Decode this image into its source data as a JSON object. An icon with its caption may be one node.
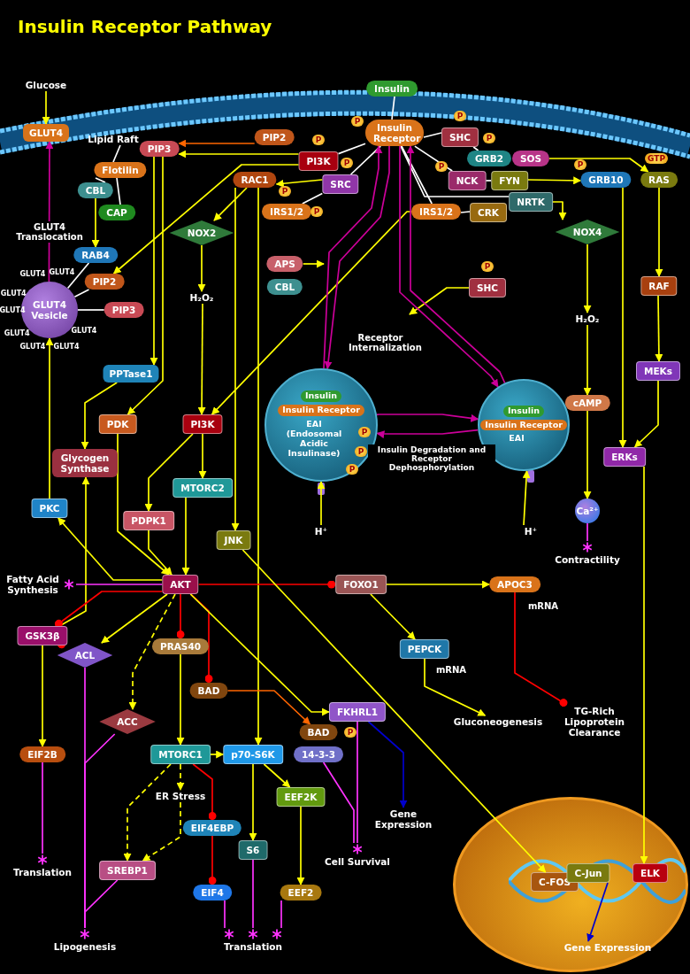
{
  "diagram": {
    "title": "Insulin Receptor Pathway",
    "nodes": [
      {
        "text": [
          "Glucose"
        ]
      },
      {
        "text": [
          "GLUT4"
        ]
      },
      {
        "text": [
          "Insulin"
        ]
      },
      {
        "text": [
          "Insulin Receptor"
        ]
      },
      {
        "text": [
          "Lipid Raft"
        ]
      },
      {
        "text": [
          "Flotilin"
        ]
      },
      {
        "text": [
          "CBL"
        ]
      },
      {
        "text": [
          "CAP"
        ]
      },
      {
        "text": [
          "RAB4"
        ]
      },
      {
        "text": [
          "GLUT4 Vesicle"
        ]
      },
      {
        "text": [
          "PIP2"
        ]
      },
      {
        "text": [
          "PIP3"
        ]
      },
      {
        "text": [
          "PIP3"
        ]
      },
      {
        "text": [
          "PIP2"
        ]
      },
      {
        "text": [
          "PI3K"
        ]
      },
      {
        "text": [
          "SRC"
        ]
      },
      {
        "text": [
          "RAC1"
        ]
      },
      {
        "text": [
          "IRS1/2"
        ]
      },
      {
        "text": [
          "NOX2"
        ]
      },
      {
        "text": [
          "H₂O₂"
        ]
      },
      {
        "text": [
          "APS"
        ]
      },
      {
        "text": [
          "CBL"
        ]
      },
      {
        "text": [
          "SHC"
        ]
      },
      {
        "text": [
          "GRB2"
        ]
      },
      {
        "text": [
          "SOS"
        ]
      },
      {
        "text": [
          "NCK"
        ]
      },
      {
        "text": [
          "FYN"
        ]
      },
      {
        "text": [
          "GRB10"
        ]
      },
      {
        "text": [
          "RAS"
        ]
      },
      {
        "text": [
          "IRS1/2"
        ]
      },
      {
        "text": [
          "CRK"
        ]
      },
      {
        "text": [
          "NRTK"
        ]
      },
      {
        "text": [
          "NOX4"
        ]
      },
      {
        "text": [
          "SHC"
        ]
      },
      {
        "text": [
          "H₂O₂"
        ]
      },
      {
        "text": [
          "RAF"
        ]
      },
      {
        "text": [
          "MEKs"
        ]
      },
      {
        "text": [
          "cAMP"
        ]
      },
      {
        "text": [
          "ERKs"
        ]
      },
      {
        "text": [
          "Ca²⁺"
        ]
      },
      {
        "text": [
          "Contractility"
        ]
      },
      {
        "text": [
          "PPTase1"
        ]
      },
      {
        "text": [
          "PDK"
        ]
      },
      {
        "text": [
          "PI3K"
        ]
      },
      {
        "text": [
          "Glycogen Synthase"
        ]
      },
      {
        "text": [
          "MTORC2"
        ]
      },
      {
        "text": [
          "PDPK1"
        ]
      },
      {
        "text": [
          "PKC"
        ]
      },
      {
        "text": [
          "JNK"
        ]
      },
      {
        "text": [
          "AKT"
        ]
      },
      {
        "text": [
          "Fatty Acid Synthesis"
        ]
      },
      {
        "text": [
          "FOXO1"
        ]
      },
      {
        "text": [
          "APOC3"
        ]
      },
      {
        "text": [
          "GSK3β"
        ]
      },
      {
        "text": [
          "ACL"
        ]
      },
      {
        "text": [
          "PRAS40"
        ]
      },
      {
        "text": [
          "ACC"
        ]
      },
      {
        "text": [
          "BAD"
        ]
      },
      {
        "text": [
          "FKHRL1"
        ]
      },
      {
        "text": [
          "PEPCK"
        ]
      },
      {
        "text": [
          "Gluconeogenesis"
        ]
      },
      {
        "text": [
          "TG-Rich Lipoprotein Clearance"
        ]
      },
      {
        "text": [
          "BAD"
        ]
      },
      {
        "text": [
          "14-3-3"
        ]
      },
      {
        "text": [
          "EIF2B"
        ]
      },
      {
        "text": [
          "MTORC1"
        ]
      },
      {
        "text": [
          "p70-S6K"
        ]
      },
      {
        "text": [
          "EEF2K"
        ]
      },
      {
        "text": [
          "ER Stress"
        ]
      },
      {
        "text": [
          "EIF4EBP"
        ]
      },
      {
        "text": [
          "S6"
        ]
      },
      {
        "text": [
          "SREBP1"
        ]
      },
      {
        "text": [
          "EIF4"
        ]
      },
      {
        "text": [
          "EEF2"
        ]
      },
      {
        "text": [
          "Translation"
        ]
      },
      {
        "text": [
          "Lipogenesis"
        ]
      },
      {
        "text": [
          "Translation"
        ]
      },
      {
        "text": [
          "Cell Survival"
        ]
      },
      {
        "text": [
          "Gene Expression"
        ]
      },
      {
        "text": [
          "Insulin",
          "Insulin Receptor",
          "EAI (Endosomal Acidic Insulinase)"
        ]
      },
      {
        "text": [
          "Insulin",
          "Insulin Receptor",
          "EAI"
        ]
      },
      {
        "text": [
          "H⁺"
        ]
      },
      {
        "text": [
          "H⁺"
        ]
      },
      {
        "text": [],
        "shape": "ellipse"
      },
      {
        "text": [
          "C-FOS"
        ],
        "in": 83
      },
      {
        "text": [
          "C-Jun"
        ],
        "in": 83
      },
      {
        "text": [
          "ELK"
        ],
        "in": 83
      },
      {
        "text": [
          "Gene Expression"
        ],
        "in": 83
      }
    ],
    "edges": [
      {
        "from": 0,
        "to": 1,
        "arrow": "to"
      },
      {
        "from": 9,
        "to": 1,
        "arrow": "to",
        "label": "GLUT4 Translocation",
        "color": "#cc0099"
      },
      {
        "from": 2,
        "to": 3,
        "arrow": "none",
        "color": "#ffffff"
      },
      {
        "from": 4,
        "to": 5,
        "arrow": "none",
        "color": "#ffffff"
      },
      {
        "from": 5,
        "to": 6,
        "arrow": "none",
        "color": "#ffffff"
      },
      {
        "from": 5,
        "to": 7,
        "arrow": "none",
        "color": "#ffffff"
      },
      {
        "from": 6,
        "to": 8,
        "arrow": "to"
      },
      {
        "from": 8,
        "to": 9,
        "arrow": "none",
        "color": "#ffffff"
      },
      {
        "from": 10,
        "to": 9,
        "arrow": "none",
        "color": "#ffffff"
      },
      {
        "from": 11,
        "to": 9,
        "arrow": "none",
        "color": "#ffffff"
      },
      {
        "from": 13,
        "to": 12,
        "arrow": "to",
        "color": "#ff6600"
      },
      {
        "from": 14,
        "to": 12,
        "arrow": "to"
      },
      {
        "from": 14,
        "to": 10,
        "arrow": "to"
      },
      {
        "from": 12,
        "to": 41,
        "arrow": "to"
      },
      {
        "from": 12,
        "to": 42,
        "arrow": "to"
      },
      {
        "from": 3,
        "to": 14,
        "arrow": "none",
        "color": "#ffffff"
      },
      {
        "from": 3,
        "to": 15,
        "arrow": "none",
        "color": "#ffffff"
      },
      {
        "from": 15,
        "to": 17,
        "arrow": "none",
        "color": "#ffffff"
      },
      {
        "from": 15,
        "to": 16,
        "arrow": "to"
      },
      {
        "from": 3,
        "to": 22,
        "arrow": "none",
        "color": "#ffffff"
      },
      {
        "from": 22,
        "to": 23,
        "arrow": "none",
        "color": "#ffffff"
      },
      {
        "from": 3,
        "to": 25,
        "arrow": "none",
        "color": "#ffffff"
      },
      {
        "from": 25,
        "to": 26,
        "arrow": "none",
        "color": "#ffffff"
      },
      {
        "from": 3,
        "to": 29,
        "arrow": "none",
        "color": "#ffffff"
      },
      {
        "from": 29,
        "to": 30,
        "arrow": "none",
        "color": "#ffffff"
      },
      {
        "from": 3,
        "to": 31,
        "arrow": "none",
        "color": "#ffffff"
      },
      {
        "from": 16,
        "to": 18,
        "arrow": "to"
      },
      {
        "from": 18,
        "to": 19,
        "arrow": "to"
      },
      {
        "from": 19,
        "to": 43,
        "arrow": "to"
      },
      {
        "from": 16,
        "to": 48,
        "arrow": "to"
      },
      {
        "from": 16,
        "to": 66,
        "arrow": "to"
      },
      {
        "from": 29,
        "to": 43,
        "arrow": "to"
      },
      {
        "from": 20,
        "to": null,
        "arrow": "to"
      },
      {
        "from": 33,
        "to": null,
        "arrow": "to"
      },
      {
        "from": 24,
        "to": 28,
        "arrow": "to"
      },
      {
        "from": 26,
        "to": 27,
        "arrow": "to"
      },
      {
        "from": 31,
        "to": 32,
        "arrow": "to"
      },
      {
        "from": 32,
        "to": 34,
        "arrow": "to"
      },
      {
        "from": 34,
        "to": 37,
        "arrow": "to"
      },
      {
        "from": 37,
        "to": 39,
        "arrow": "to"
      },
      {
        "from": 39,
        "to": 40,
        "arrow": "none",
        "color": "#ff33ff"
      },
      {
        "from": 27,
        "to": 38,
        "arrow": "to"
      },
      {
        "from": 28,
        "to": 35,
        "arrow": "to"
      },
      {
        "from": 35,
        "to": 36,
        "arrow": "to"
      },
      {
        "from": 36,
        "to": 38,
        "arrow": "to"
      },
      {
        "from": 38,
        "to": 86,
        "arrow": "to"
      },
      {
        "from": 3,
        "to": 79,
        "arrow": "to",
        "label": "Receptor Internalization",
        "color": "#cc0099"
      },
      {
        "from": 79,
        "to": 3,
        "arrow": "to",
        "color": "#cc0099"
      },
      {
        "from": 3,
        "to": 80,
        "arrow": "to",
        "color": "#cc0099"
      },
      {
        "from": 80,
        "to": 3,
        "arrow": "to",
        "color": "#cc0099"
      },
      {
        "from": 80,
        "to": 79,
        "arrow": "to",
        "label": "Insulin Degradation and Receptor Dephosphorylation",
        "color": "#cc0099"
      },
      {
        "from": 79,
        "to": 80,
        "arrow": "to",
        "color": "#cc0099"
      },
      {
        "from": 81,
        "to": 79,
        "arrow": "to"
      },
      {
        "from": 82,
        "to": 80,
        "arrow": "to"
      },
      {
        "from": 41,
        "to": 44,
        "arrow": "to"
      },
      {
        "from": 53,
        "to": 44,
        "arrow": "to"
      },
      {
        "from": 42,
        "to": 49,
        "arrow": "to"
      },
      {
        "from": 43,
        "to": 46,
        "arrow": "to"
      },
      {
        "from": 43,
        "to": 45,
        "arrow": "to"
      },
      {
        "from": 46,
        "to": 49,
        "arrow": "to"
      },
      {
        "from": 45,
        "to": 49,
        "arrow": "to"
      },
      {
        "from": 49,
        "to": 47,
        "arrow": "to"
      },
      {
        "from": 47,
        "to": 9,
        "arrow": "to"
      },
      {
        "from": 49,
        "to": 50,
        "arrow": "none",
        "color": "#ff33ff"
      },
      {
        "from": 49,
        "to": 51,
        "arrow": "other",
        "color": "#ff0000"
      },
      {
        "from": 49,
        "to": 53,
        "arrow": "other",
        "color": "#ff0000"
      },
      {
        "from": 49,
        "to": 54,
        "arrow": "to"
      },
      {
        "from": 49,
        "to": 56,
        "arrow": "to",
        "style": "dashed"
      },
      {
        "from": 49,
        "to": 55,
        "arrow": "other",
        "color": "#ff0000"
      },
      {
        "from": 49,
        "to": 57,
        "arrow": "other",
        "color": "#ff0000"
      },
      {
        "from": 49,
        "to": 58,
        "arrow": "to"
      },
      {
        "from": 48,
        "to": 84,
        "arrow": "to"
      },
      {
        "from": 51,
        "to": 52,
        "arrow": "to"
      },
      {
        "from": 51,
        "to": 59,
        "arrow": "to"
      },
      {
        "from": 59,
        "to": 60,
        "arrow": "to"
      },
      {
        "from": 52,
        "to": 61,
        "arrow": "other",
        "color": "#ff0000"
      },
      {
        "from": 53,
        "to": 54,
        "arrow": "other",
        "color": "#ff0000"
      },
      {
        "from": 53,
        "to": 64,
        "arrow": "to"
      },
      {
        "from": 64,
        "to": 74,
        "arrow": "none",
        "color": "#ff33ff"
      },
      {
        "from": 54,
        "to": 75,
        "arrow": "none",
        "color": "#ff33ff"
      },
      {
        "from": 56,
        "to": 75,
        "arrow": "none",
        "color": "#ff33ff"
      },
      {
        "from": 71,
        "to": 75,
        "arrow": "none",
        "color": "#ff33ff"
      },
      {
        "from": 55,
        "to": 65,
        "arrow": "to"
      },
      {
        "from": 65,
        "to": 66,
        "arrow": "to"
      },
      {
        "from": 65,
        "to": 68,
        "arrow": "to",
        "style": "dashed"
      },
      {
        "from": 68,
        "to": 71,
        "arrow": "to",
        "style": "dashed"
      },
      {
        "from": 65,
        "to": 71,
        "arrow": "to",
        "style": "dashed"
      },
      {
        "from": 65,
        "to": 69,
        "arrow": "other",
        "color": "#ff0000"
      },
      {
        "from": 69,
        "to": 72,
        "arrow": "other",
        "color": "#ff0000"
      },
      {
        "from": 72,
        "to": 76,
        "arrow": "none",
        "color": "#ff33ff"
      },
      {
        "from": 70,
        "to": 76,
        "arrow": "none",
        "color": "#ff33ff"
      },
      {
        "from": 73,
        "to": 76,
        "arrow": "none",
        "color": "#ff33ff"
      },
      {
        "from": 66,
        "to": 70,
        "arrow": "to"
      },
      {
        "from": 66,
        "to": 67,
        "arrow": "to"
      },
      {
        "from": 67,
        "to": 73,
        "arrow": "to"
      },
      {
        "from": 57,
        "to": 62,
        "arrow": "to",
        "color": "#ff6600"
      },
      {
        "from": 63,
        "to": 77,
        "arrow": "none",
        "color": "#ff33ff"
      },
      {
        "from": 58,
        "to": 77,
        "arrow": "none",
        "color": "#ff33ff"
      },
      {
        "from": 58,
        "to": 78,
        "arrow": "to",
        "color": "#0000cc"
      },
      {
        "from": 85,
        "to": 87,
        "arrow": "to",
        "color": "#0000cc"
      }
    ],
    "labels": [
      "P",
      "P",
      "P",
      "P",
      "P",
      "GTP",
      "P",
      "P",
      "P",
      "P",
      "P",
      "P",
      "P",
      "P",
      "GLUT4",
      "GLUT4",
      "GLUT4",
      "GLUT4",
      "GLUT4",
      "GLUT4",
      "GLUT4",
      "GLUT4",
      "mRNA",
      "mRNA",
      "P"
    ]
  }
}
